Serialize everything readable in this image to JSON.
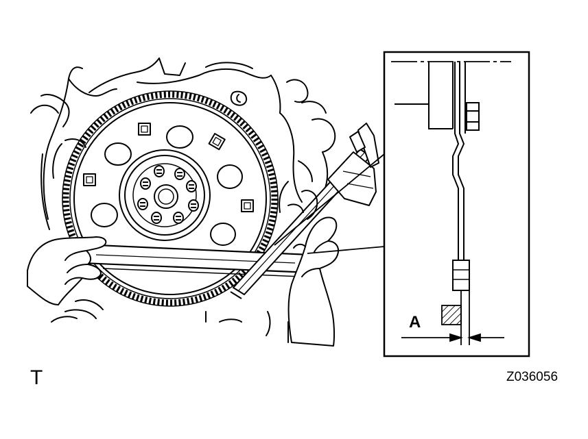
{
  "diagram": {
    "callout_label": "A",
    "corner_mark": "T",
    "figure_code": "Z036056"
  },
  "colors": {
    "line": "#000000",
    "background": "#ffffff"
  }
}
